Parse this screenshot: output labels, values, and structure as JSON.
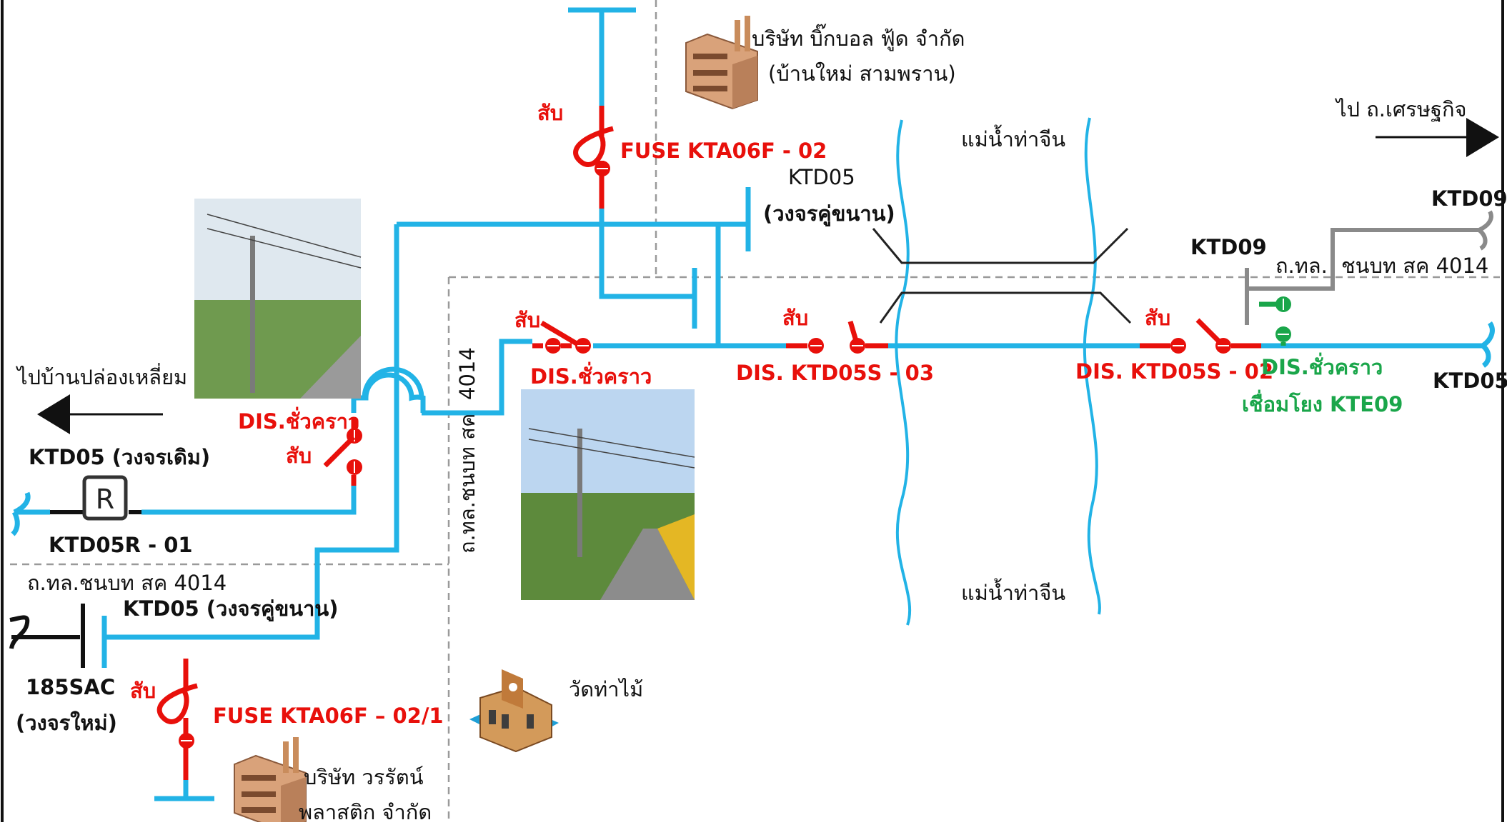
{
  "labels": {
    "company_top_name": "บริษัท บิ๊กบอล ฟู้ด จำกัด",
    "company_top_location": "(บ้านใหม่ สามพราน)",
    "to_setthakit": "ไป ถ.เศรษฐกิจ",
    "river_top": "แม่น้ำท่าจีน",
    "river_bottom": "แม่น้ำท่าจีน",
    "fuse_top": "FUSE KTA06F - 02",
    "fuse_bottom": "FUSE KTA06F – 02/1",
    "switch_label": "สับ",
    "ktd05": "KTD05",
    "ktd05_parallel": "(วงจรคู่ขนาน)",
    "ktd05_parallel_full": "KTD05 (วงจรคู่ขนาน)",
    "ktd05_original": "KTD05 (วงจรเดิม)",
    "ktd05r": "KTD05R - 01",
    "ktd09_left": "KTD09",
    "ktd09_right": "KTD09",
    "ktd05_right": "KTD05",
    "road_right_a": "ถ.ทล.",
    "road_right_b": "ชนบท สค 4014",
    "road_left": "ถ.ทล.ชนบท สค 4014",
    "road_vertical": "ถ.ทล.ชนบท สค",
    "road_number": "4014",
    "dis_temp_1": "DIS.ชั่วคราว",
    "dis_temp_2": "DIS.ชั่วคราว",
    "dis_temp_green": "DIS.ชั่วคราว",
    "connect_kte09": "เชื่อมโยง KTE09",
    "dis_ktd05s_03": "DIS. KTD05S - 03",
    "dis_ktd05s_02": "DIS. KTD05S - 02",
    "to_ban_plong": "ไปบ้านปล่องเหลี่ยม",
    "cable_185sac": "185SAC",
    "new_circuit": "(วงจรใหม่)",
    "temple": "วัดท่าไม้",
    "company_bottom_name": "บริษัท วรรัตน์",
    "company_bottom_name2": "พลาสติก จำกัด"
  },
  "colors": {
    "feeder": "#22b3e6",
    "device_red": "#e8100b",
    "device_green": "#1aa64a",
    "ktd09_line": "#8a8a8a",
    "boundary": "#9a9a9a"
  },
  "icons": [
    "factory-icon",
    "temple-icon",
    "recloser-icon",
    "arrow-left-icon",
    "arrow-right-icon",
    "street-photo"
  ]
}
